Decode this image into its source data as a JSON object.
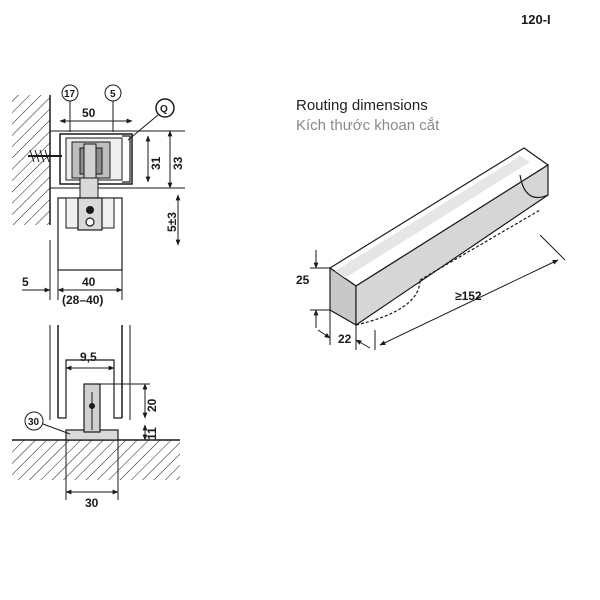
{
  "page_code": "120-I",
  "routing": {
    "title_en": "Routing dimensions",
    "title_vi": "Kích thước khoan cắt",
    "dims": {
      "height": "25",
      "width": "22",
      "length": "≥152"
    }
  },
  "top_view": {
    "callouts": {
      "a": "17",
      "b": "5",
      "c": "Q"
    },
    "dims": {
      "track_width": "50",
      "inner_height": "31",
      "outer_height": "33",
      "adjust": "5±3",
      "offset": "5",
      "door": "40",
      "door_range": "(28–40)"
    }
  },
  "bottom_view": {
    "callout": "30",
    "dims": {
      "gap": "9,5",
      "depth": "20",
      "base": "11",
      "width": "30"
    }
  },
  "colors": {
    "line": "#1a1a1a",
    "fill_gray": "#c8c8c8",
    "part_gray": "#d9d9d9"
  }
}
